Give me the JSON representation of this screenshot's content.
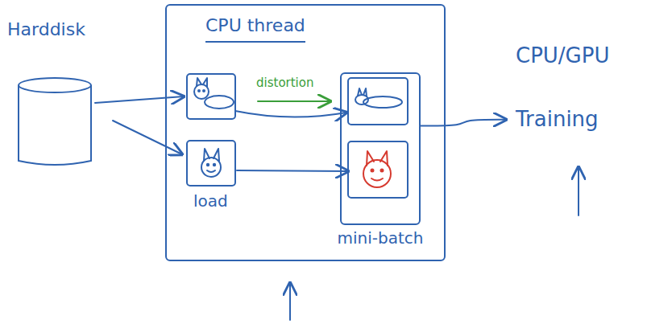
{
  "diagram": {
    "nodes": [
      {
        "text": [
          "Harddisk"
        ]
      },
      {
        "text": [
          "CPU thread"
        ]
      },
      {
        "text": [
          "mini-batch"
        ],
        "in": 1
      },
      {
        "text": [
          "CPU/GPU",
          "Training"
        ]
      }
    ],
    "edges": [
      {
        "from": 2,
        "to": 3,
        "arrow": "to"
      }
    ],
    "labels": [
      "distortion",
      "load"
    ]
  }
}
